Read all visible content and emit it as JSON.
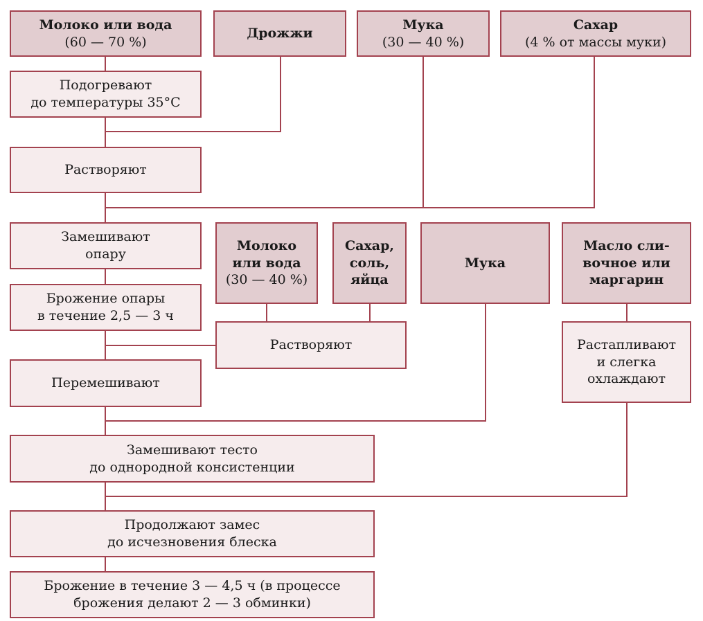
{
  "ingredients": {
    "milk1_name": "Молоко или вода",
    "milk1_amount": "(60 — 70 %)",
    "yeast": "Дрожжи",
    "flour1_name": "Мука",
    "flour1_amount": "(30 — 40 %)",
    "sugar1_name": "Сахар",
    "sugar1_amount": "(4 % от массы муки)",
    "milk2_name_1": "Молоко",
    "milk2_name_2": "или вода",
    "milk2_amount": "(30 — 40 %)",
    "sugar2_1": "Сахар,",
    "sugar2_2": "соль,",
    "sugar2_3": "яйца",
    "flour2": "Мука",
    "butter_1": "Масло сли-",
    "butter_2": "вочное или",
    "butter_3": "маргарин"
  },
  "steps": {
    "heat_1": "Подогревают",
    "heat_2": "до температуры 35°С",
    "dissolve1": "Растворяют",
    "knead_sponge_1": "Замешивают",
    "knead_sponge_2": "опару",
    "ferment_sponge_1": "Брожение опары",
    "ferment_sponge_2": "в течение 2,5 — 3 ч",
    "dissolve2": "Растворяют",
    "mix": "Перемешивают",
    "melt_1": "Растапливают",
    "melt_2": "и слегка",
    "melt_3": "охлаждают",
    "knead_dough_1": "Замешивают тесто",
    "knead_dough_2": "до однородной консистенции",
    "continue_1": "Продолжают замес",
    "continue_2": "до исчезновения блеска",
    "ferment_1": "Брожение в течение 3 — 4,5 ч (в процессе",
    "ferment_2": "брожения делают 2 — 3 обминки)"
  },
  "colors": {
    "border": "#a3424f",
    "ingredient_fill": "#e2cdd0",
    "step_fill": "#f6eced"
  }
}
